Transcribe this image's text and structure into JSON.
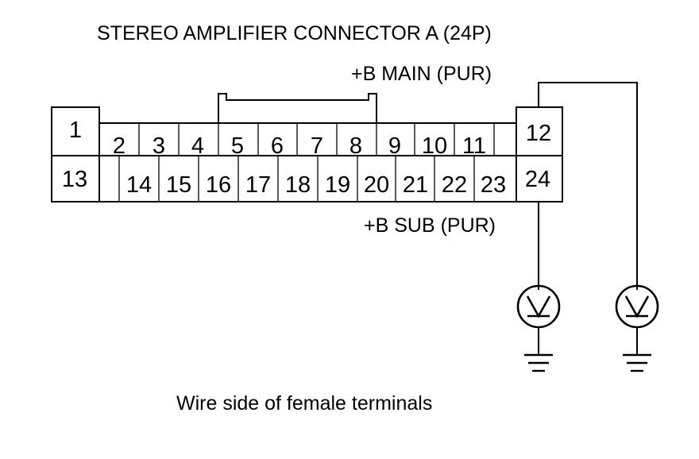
{
  "title": "STEREO AMPLIFIER CONNECTOR A (24P)",
  "caption": "Wire side of female terminals",
  "wire_labels": {
    "main": "+B MAIN (PUR)",
    "sub": "+B SUB (PUR)"
  },
  "connector": {
    "pin_count": 24,
    "top_row": [
      "1",
      "2",
      "3",
      "4",
      "5",
      "6",
      "7",
      "8",
      "9",
      "10",
      "11",
      "12"
    ],
    "bottom_row": [
      "13",
      "14",
      "15",
      "16",
      "17",
      "18",
      "19",
      "20",
      "21",
      "22",
      "23",
      "24"
    ]
  },
  "meters": [
    {
      "connected_pin": "24",
      "icon": "voltmeter-icon"
    },
    {
      "connected_pin": "12",
      "icon": "voltmeter-icon"
    }
  ],
  "colors": {
    "line": "#000000",
    "background": "#ffffff"
  }
}
